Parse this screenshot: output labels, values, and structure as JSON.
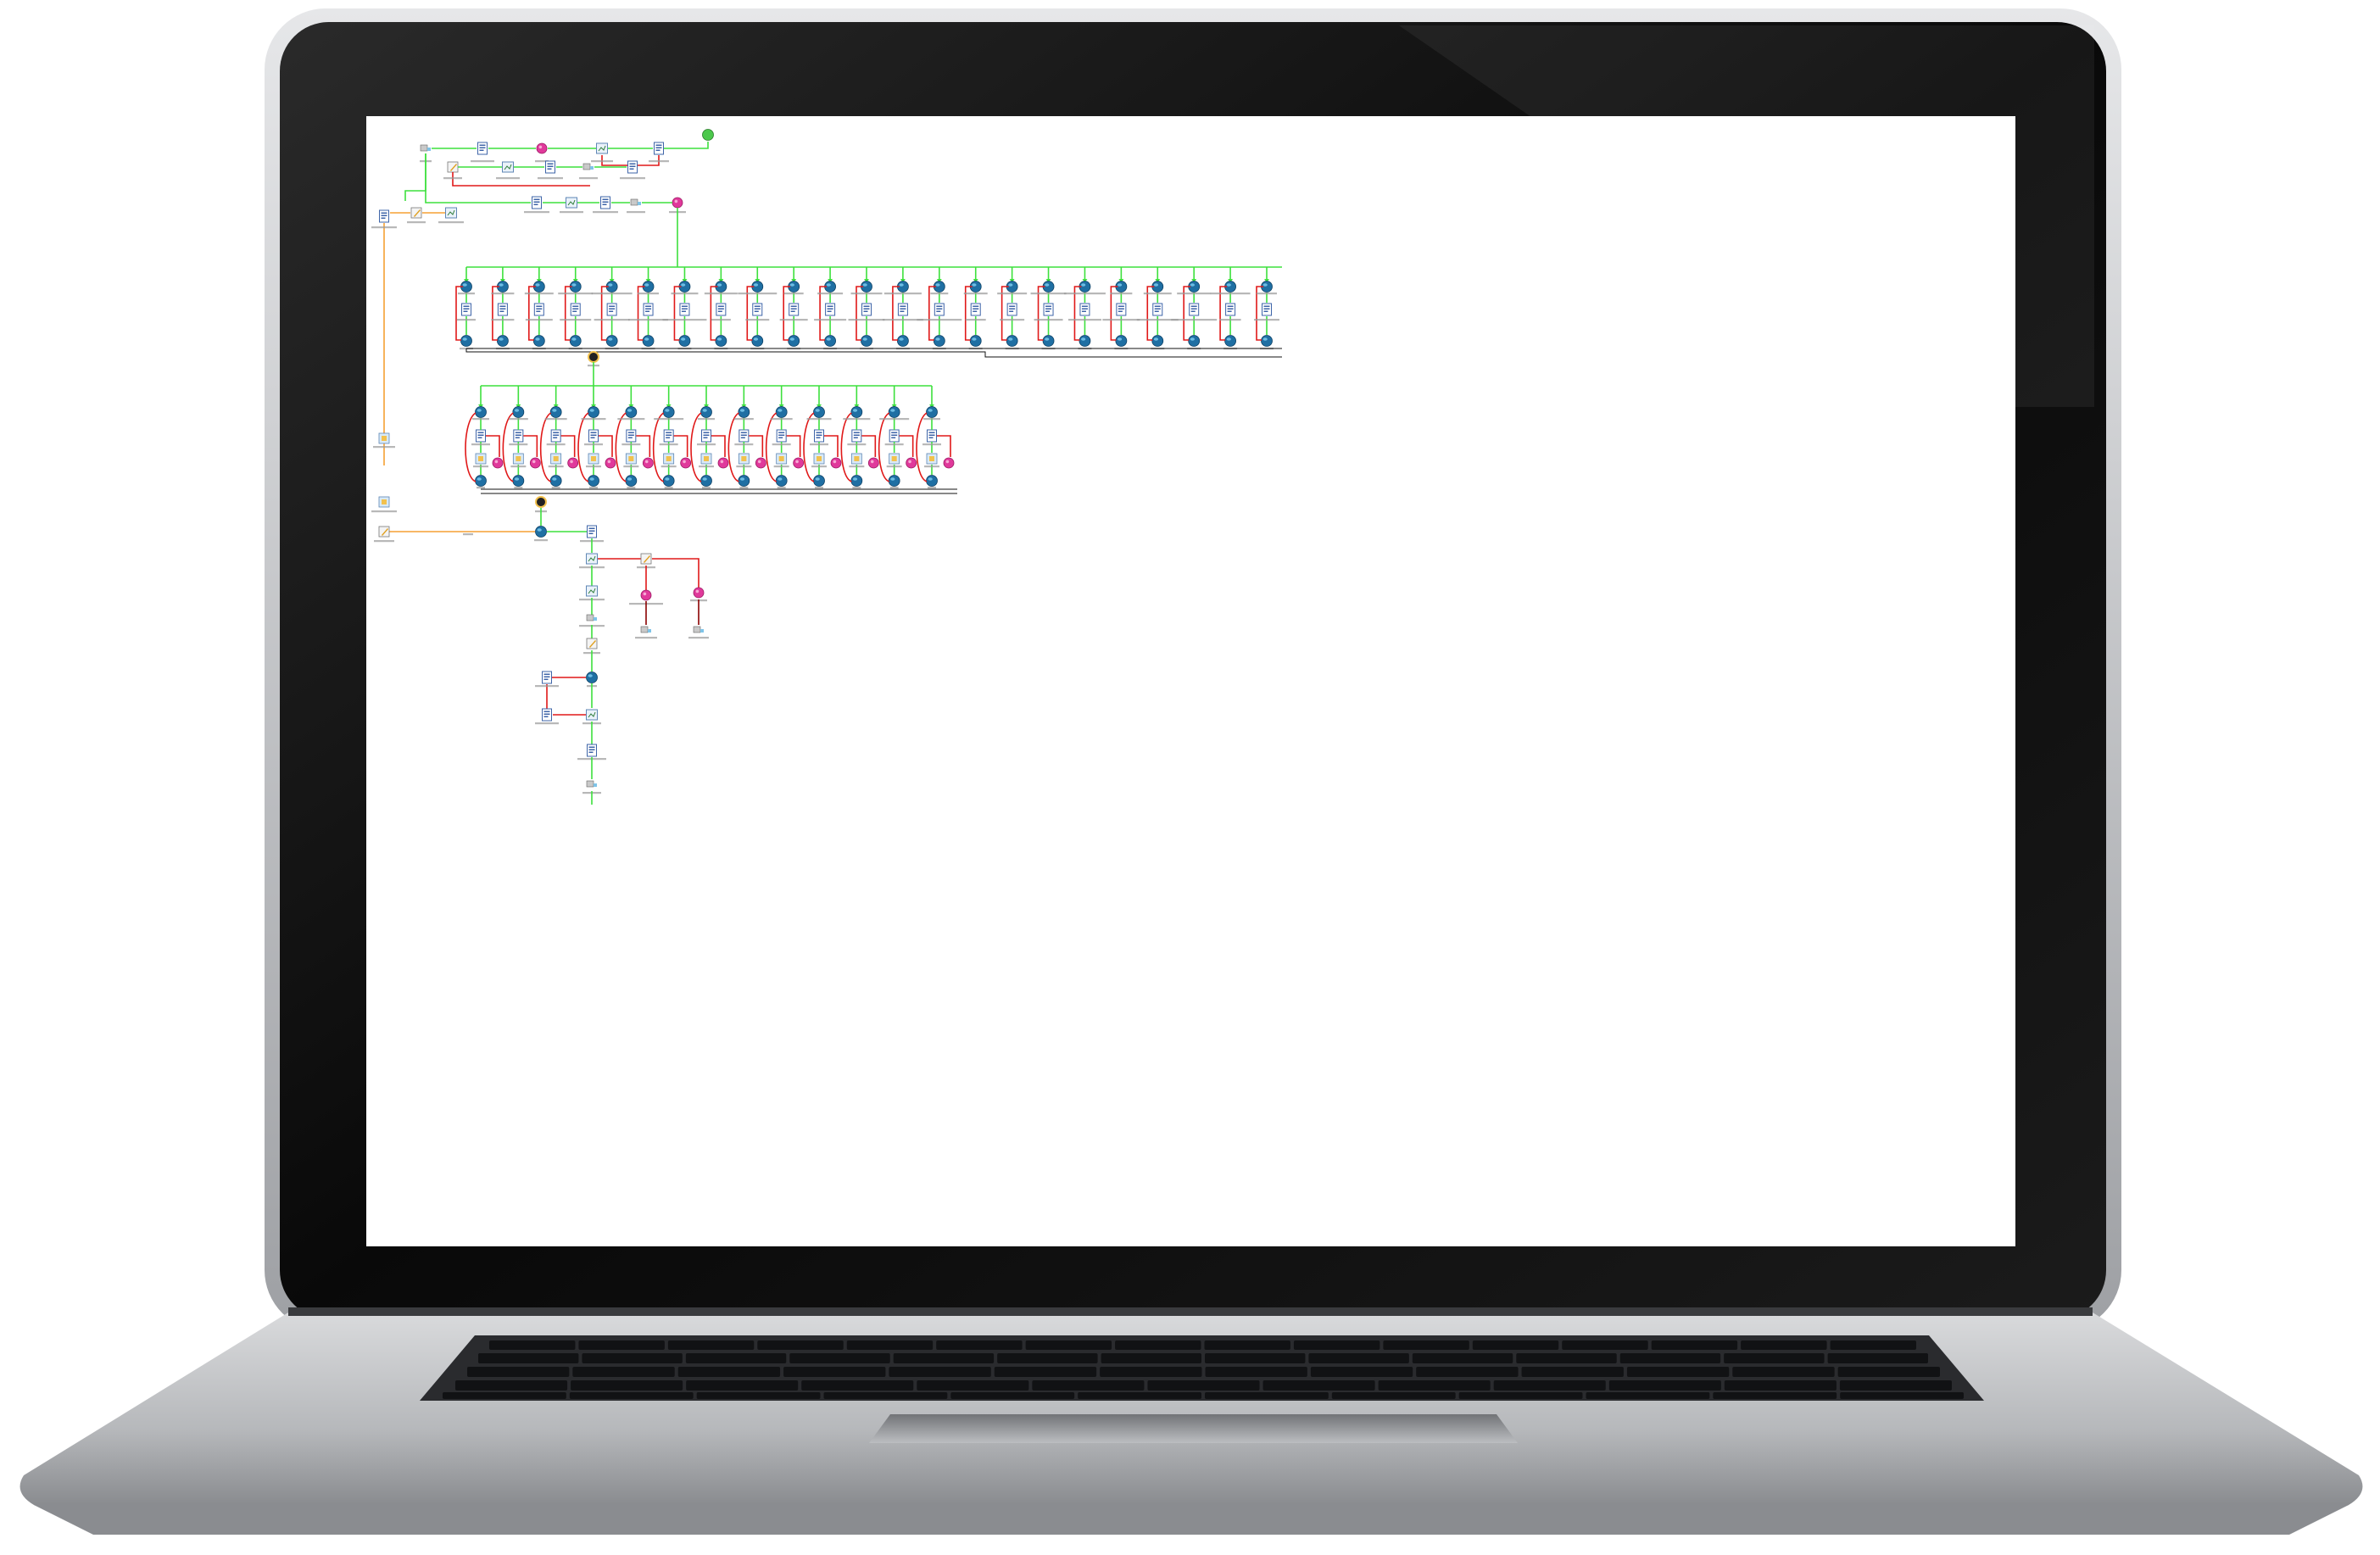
{
  "device": {
    "type": "laptop",
    "brand_colors": {
      "bezel": "#0d0d0d",
      "body": "#c9cacc",
      "keys": "#141414"
    }
  },
  "canvas": {
    "background": "#ffffff",
    "hop_colors": {
      "ok": "#3de03d",
      "error": "#e01818",
      "unconditional": "#111111",
      "alt": "#f5a033",
      "dark_error": "#8b0000"
    }
  },
  "workflow": {
    "node_icon_names": [
      "start-icon",
      "job-icon",
      "transformation-icon",
      "success-icon",
      "error-icon",
      "sql-icon",
      "mail-icon",
      "globe-icon",
      "log-icon",
      "evaluate-icon",
      "wait-icon",
      "parallel-icon"
    ],
    "rows": {
      "top_chain_count": 6,
      "parallel_block_1_columns": 23,
      "parallel_block_2_columns": 13,
      "tail_chain_count": 9
    }
  }
}
